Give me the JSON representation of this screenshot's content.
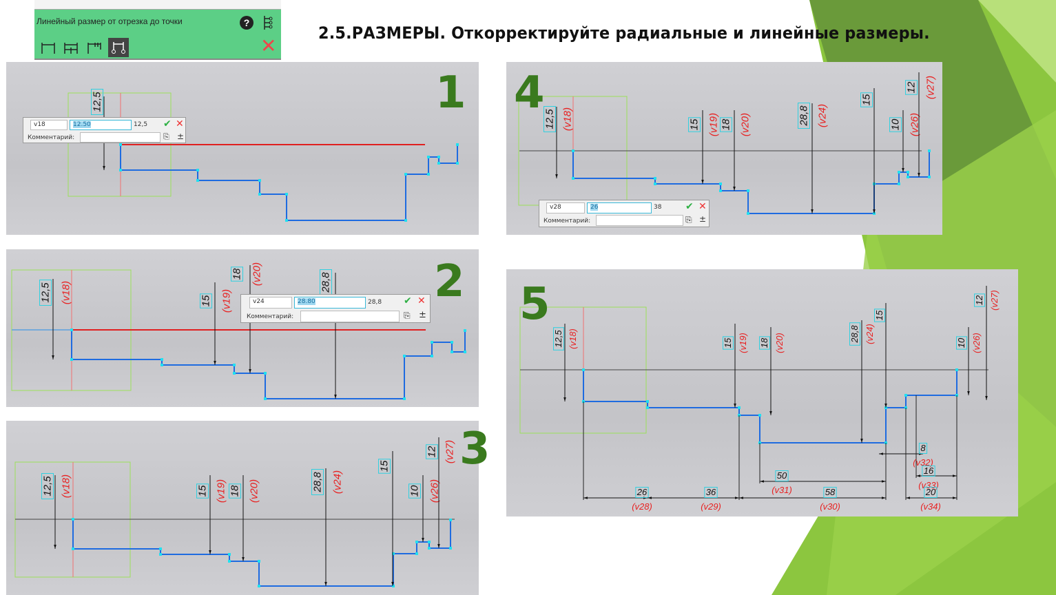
{
  "title": "2.5.РАЗМЕРЫ. Откорректируйте радиальные и линейные размеры.",
  "toolbar": {
    "label": "Линейный размер от отрезка до точки",
    "help_icon": "question-icon",
    "tree_icon": "tree-icon",
    "close_icon": "close-icon",
    "tools": [
      "linear-dimension",
      "chain-dimension",
      "baseline-dimension",
      "dimension-segment-to-point"
    ]
  },
  "colors": {
    "accent_green": "#3a7a1e",
    "toolbar_green": "#5ccf86",
    "profile_blue": "#1e6be0",
    "axis_red": "#e02020",
    "var_red": "#e82020"
  },
  "panels": [
    {
      "number": "1",
      "dialog": {
        "name": "v18",
        "value": "12.50",
        "result": "12,5",
        "comment_label": "Комментарий:"
      },
      "dims": [
        {
          "value": "12,5"
        }
      ]
    },
    {
      "number": "2",
      "dialog": {
        "name": "v24",
        "value": "28.80",
        "result": "28,8",
        "comment_label": "Комментарий:"
      },
      "dims": [
        {
          "value": "12,5",
          "var": "(v18)"
        },
        {
          "value": "15",
          "var": "(v19)"
        },
        {
          "value": "18",
          "var": "(v20)"
        },
        {
          "value": "28,8"
        }
      ]
    },
    {
      "number": "3",
      "dims": [
        {
          "value": "12,5",
          "var": "(v18)"
        },
        {
          "value": "15",
          "var": "(v19)"
        },
        {
          "value": "18",
          "var": "(v20)"
        },
        {
          "value": "28,8",
          "var": "(v24)"
        },
        {
          "value": "15"
        },
        {
          "value": "10",
          "var": "(v26)"
        },
        {
          "value": "12",
          "var": "(v27)"
        }
      ]
    },
    {
      "number": "4",
      "dialog": {
        "name": "v28",
        "value": "26",
        "result": "38",
        "comment_label": "Комментарий:"
      },
      "dims": [
        {
          "value": "12,5",
          "var": "(v18)"
        },
        {
          "value": "15",
          "var": "(v19)"
        },
        {
          "value": "18",
          "var": "(v20)"
        },
        {
          "value": "28,8",
          "var": "(v24)"
        },
        {
          "value": "15"
        },
        {
          "value": "10",
          "var": "(v26)"
        },
        {
          "value": "12",
          "var": "(v27)"
        }
      ]
    },
    {
      "number": "5",
      "dims": [
        {
          "value": "12,5",
          "var": "(v18)"
        },
        {
          "value": "15",
          "var": "(v19)"
        },
        {
          "value": "18",
          "var": "(v20)"
        },
        {
          "value": "28,8",
          "var": "(v24)"
        },
        {
          "value": "15"
        },
        {
          "value": "10",
          "var": "(v26)"
        },
        {
          "value": "12",
          "var": "(v27)"
        },
        {
          "value": "26",
          "var": "(v28)"
        },
        {
          "value": "36",
          "var": "(v29)"
        },
        {
          "value": "58",
          "var": "(v30)"
        },
        {
          "value": "50",
          "var": "(v31)"
        },
        {
          "value": "8",
          "var": "(v32)"
        },
        {
          "value": "16",
          "var": "(v33)"
        },
        {
          "value": "20",
          "var": "(v34)"
        }
      ]
    }
  ]
}
